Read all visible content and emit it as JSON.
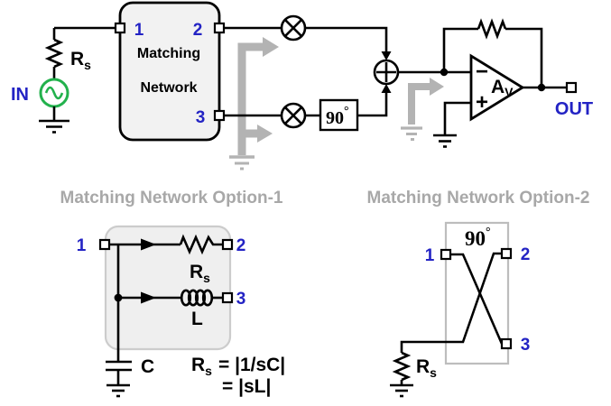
{
  "colors": {
    "wire_black": "#000000",
    "label_blue": "#2323c4",
    "source_green": "#22b14c",
    "lo_gray": "#b3b3b3",
    "title_gray": "#a8a8a8"
  },
  "main_circuit": {
    "in_label": "IN",
    "source_resistor_label": {
      "main": "R",
      "sub": "s"
    },
    "matching_box": {
      "port1": "1",
      "port2": "2",
      "port3": "3",
      "name_line1": "Matching",
      "name_line2": "Network"
    },
    "phase_shifter": {
      "value": "90",
      "degree": "°"
    },
    "opamp": {
      "minus": "−",
      "plus": "+",
      "gain_main": "A",
      "gain_sub": "V"
    },
    "out_label": "OUT"
  },
  "option1": {
    "title": "Matching Network Option-1",
    "port1": "1",
    "port2": "2",
    "port3": "3",
    "resistor_label": {
      "main": "R",
      "sub": "s"
    },
    "inductor_label": "L",
    "capacitor_label": "C",
    "formula": {
      "lhs_main": "R",
      "lhs_sub": "s",
      "line1_rhs": "= |1/sC|",
      "line2_rhs": "= |sL|"
    }
  },
  "option2": {
    "title": "Matching Network Option-2",
    "phase": {
      "value": "90",
      "degree": "°"
    },
    "port1": "1",
    "port2": "2",
    "port3": "3",
    "resistor_label": {
      "main": "R",
      "sub": "s"
    }
  }
}
